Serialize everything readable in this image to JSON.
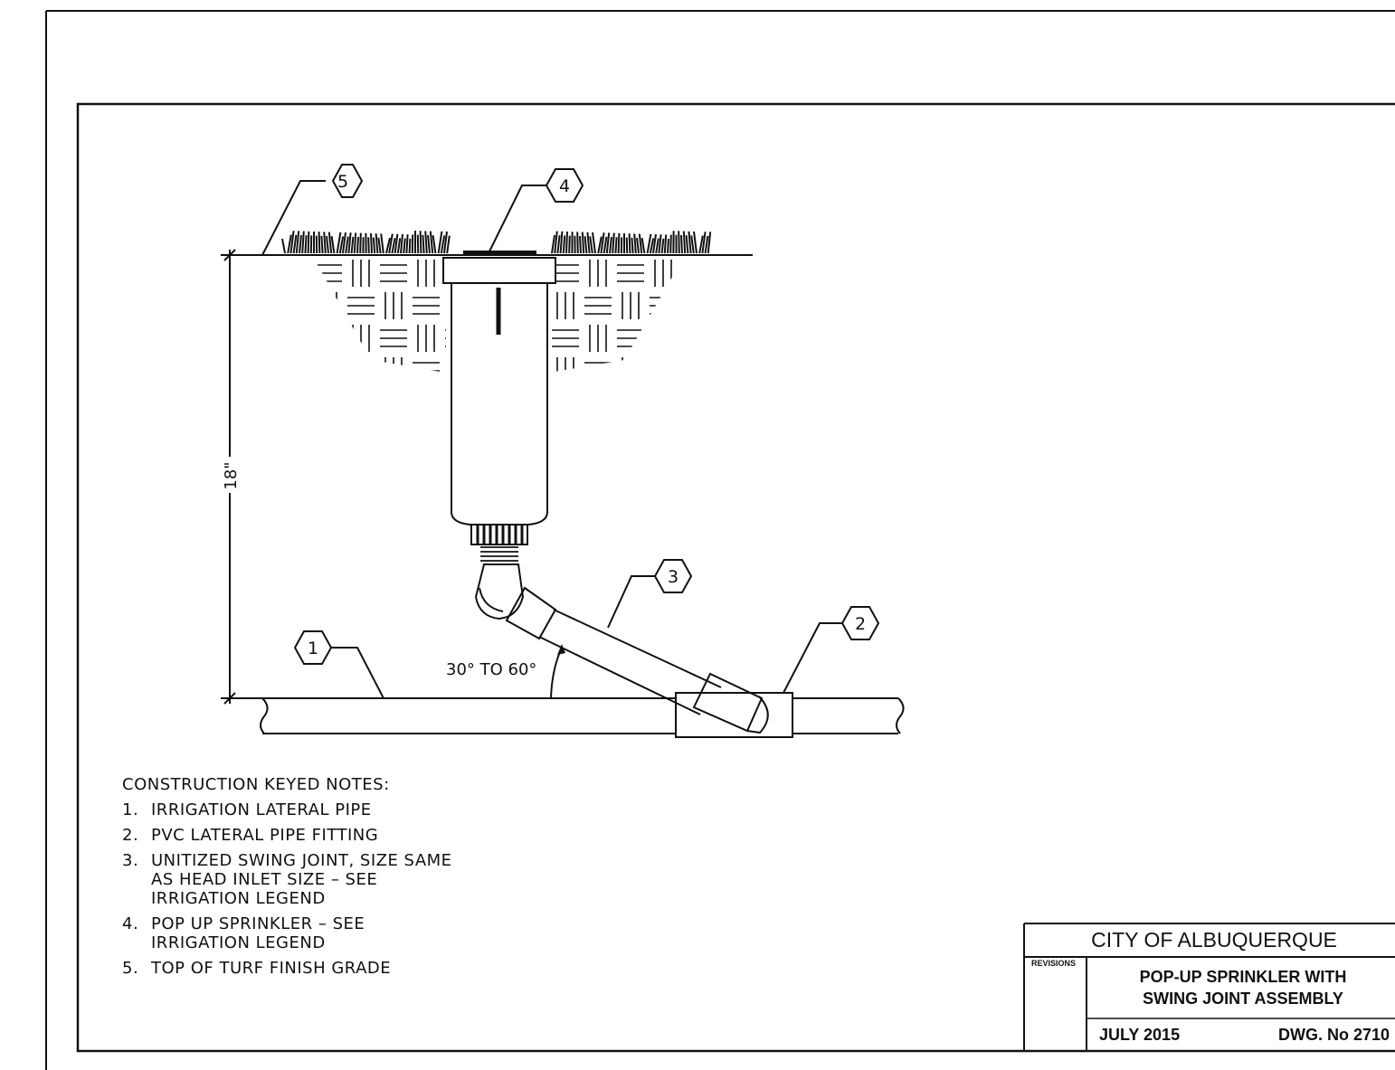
{
  "callouts": [
    "1",
    "2",
    "3",
    "4",
    "5"
  ],
  "dimension": {
    "depth": "18\"",
    "angle": "30° TO 60°"
  },
  "notes": {
    "heading": "CONSTRUCTION KEYED NOTES:",
    "items": [
      {
        "num": "1.",
        "text": "IRRIGATION LATERAL PIPE"
      },
      {
        "num": "2.",
        "text": "PVC LATERAL PIPE FITTING"
      },
      {
        "num": "3.",
        "text": "UNITIZED SWING JOINT, SIZE SAME\nAS HEAD INLET SIZE – SEE\nIRRIGATION LEGEND"
      },
      {
        "num": "4.",
        "text": "POP UP SPRINKLER – SEE\nIRRIGATION LEGEND"
      },
      {
        "num": "5.",
        "text": "TOP OF TURF FINISH GRADE"
      }
    ]
  },
  "title_block": {
    "agency": "CITY OF ALBUQUERQUE",
    "revisions_label": "REVISIONS",
    "title_line1": "POP-UP SPRINKLER WITH",
    "title_line2": "SWING JOINT ASSEMBLY",
    "date": "JULY 2015",
    "dwg_no": "DWG. No 2710"
  }
}
